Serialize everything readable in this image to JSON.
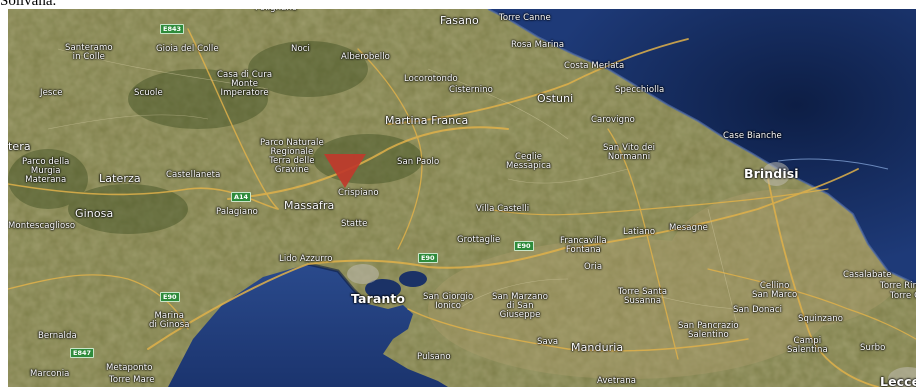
{
  "caption": "Sollvana.",
  "map": {
    "type": "satellite",
    "marker": {
      "name": "location-pin",
      "color": "#c0392b"
    },
    "colors": {
      "land": "#7a7a45",
      "sea": "#1e3a78",
      "deep_sea": "#0d1e45",
      "road": "#e0b14a"
    },
    "places": [
      {
        "id": "polignano",
        "text": "Polignano"
      },
      {
        "id": "fasano",
        "text": "Fasano"
      },
      {
        "id": "torre-canne",
        "text": "Torre Canne"
      },
      {
        "id": "e843",
        "text": "E843"
      },
      {
        "id": "santeramo",
        "text": "Santeramo\nin Colle"
      },
      {
        "id": "gioia",
        "text": "Gioia del Colle"
      },
      {
        "id": "noci",
        "text": "Noci"
      },
      {
        "id": "alberobello",
        "text": "Alberobello"
      },
      {
        "id": "rosa-marina",
        "text": "Rosa Marina"
      },
      {
        "id": "costa-merlata",
        "text": "Costa Merlata"
      },
      {
        "id": "casa-di-cura",
        "text": "Casa di Cura\nMonte\nImperatore"
      },
      {
        "id": "locorotondo",
        "text": "Locorotondo"
      },
      {
        "id": "jesce",
        "text": "Jesce"
      },
      {
        "id": "scuole",
        "text": "Scuole"
      },
      {
        "id": "cisternino",
        "text": "Cisternino"
      },
      {
        "id": "ostuni",
        "text": "Ostuni"
      },
      {
        "id": "specchiolla",
        "text": "Specchiolla"
      },
      {
        "id": "martina-franca",
        "text": "Martina Franca"
      },
      {
        "id": "carovigno",
        "text": "Carovigno"
      },
      {
        "id": "case-bianche",
        "text": "Case Bianche"
      },
      {
        "id": "matera",
        "text": "tera"
      },
      {
        "id": "parco-naturale",
        "text": "Parco Naturale\nRegionale\nTerra delle\nGravine"
      },
      {
        "id": "san-paolo",
        "text": "San Paolo"
      },
      {
        "id": "ceglie",
        "text": "Ceglie\nMessapica"
      },
      {
        "id": "san-vito",
        "text": "San Vito dei\nNormanni"
      },
      {
        "id": "brindisi",
        "text": "Brindisi"
      },
      {
        "id": "parco-murgia",
        "text": "Parco della\nMurgia\nMaterana"
      },
      {
        "id": "laterza",
        "text": "Laterza"
      },
      {
        "id": "castellaneta",
        "text": "Castellaneta"
      },
      {
        "id": "crispiano",
        "text": "Crispiano"
      },
      {
        "id": "a14",
        "text": "A14"
      },
      {
        "id": "massafra",
        "text": "Massafra"
      },
      {
        "id": "ginosa",
        "text": "Ginosa"
      },
      {
        "id": "palagiano",
        "text": "Palagiano"
      },
      {
        "id": "villa-castelli",
        "text": "Villa Castelli"
      },
      {
        "id": "montescaglioso",
        "text": "Montescaglioso"
      },
      {
        "id": "statte",
        "text": "Statte"
      },
      {
        "id": "grottaglie",
        "text": "Grottaglie"
      },
      {
        "id": "e90-a",
        "text": "E90"
      },
      {
        "id": "francavilla",
        "text": "Francavilla\nFontana"
      },
      {
        "id": "latiano",
        "text": "Latiano"
      },
      {
        "id": "mesagne",
        "text": "Mesagne"
      },
      {
        "id": "lido-azzurro",
        "text": "Lido Azzurro"
      },
      {
        "id": "e90-b",
        "text": "E90"
      },
      {
        "id": "oria",
        "text": "Oria"
      },
      {
        "id": "casalabate",
        "text": "Casalabate"
      },
      {
        "id": "torre-rinalda",
        "text": "Torre Rinalda"
      },
      {
        "id": "taranto",
        "text": "Taranto"
      },
      {
        "id": "e90-c",
        "text": "E90"
      },
      {
        "id": "san-giorgio",
        "text": "San Giorgio\nIonico"
      },
      {
        "id": "san-marzano",
        "text": "San Marzano\ndi San\nGiuseppe"
      },
      {
        "id": "torre-santa",
        "text": "Torre Santa\nSusanna"
      },
      {
        "id": "cellino",
        "text": "Cellino\nSan Marco"
      },
      {
        "id": "torre-chianca",
        "text": "Torre Chia"
      },
      {
        "id": "marina-ginosa",
        "text": "Marina\ndi Ginosa"
      },
      {
        "id": "san-donaci",
        "text": "San Donaci"
      },
      {
        "id": "squinzano",
        "text": "Squinzano"
      },
      {
        "id": "bernalda",
        "text": "Bernalda"
      },
      {
        "id": "san-pancrazio",
        "text": "San Pancrazio\nSalentino"
      },
      {
        "id": "e847",
        "text": "E847"
      },
      {
        "id": "sava",
        "text": "Sava"
      },
      {
        "id": "manduria",
        "text": "Manduria"
      },
      {
        "id": "campi",
        "text": "Campi\nSalentina"
      },
      {
        "id": "surbo",
        "text": "Surbo"
      },
      {
        "id": "pulsano",
        "text": "Pulsano"
      },
      {
        "id": "metaponto",
        "text": "Metaponto"
      },
      {
        "id": "marconia",
        "text": "Marconia"
      },
      {
        "id": "torre-mare",
        "text": "Torre Mare"
      },
      {
        "id": "avetrana",
        "text": "Avetrana"
      },
      {
        "id": "lecce",
        "text": "Lecce"
      }
    ]
  }
}
